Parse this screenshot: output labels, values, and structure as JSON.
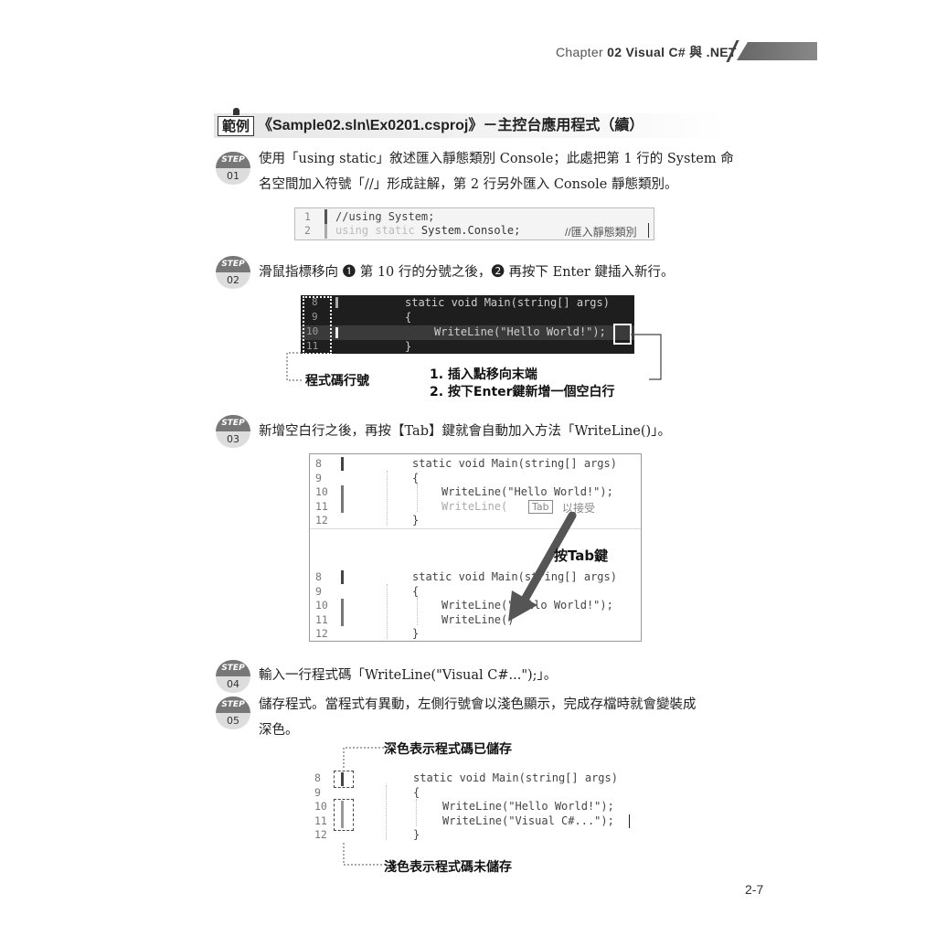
{
  "header": {
    "prefix": "Chapter",
    "title": "02 Visual C# 與 .NET"
  },
  "example": {
    "tag": "範例",
    "title": "《Sample02.sln\\Ex0201.csproj》－主控台應用程式（續）"
  },
  "step_badge_label": "STEP",
  "steps": [
    {
      "num": "01",
      "line1": "使用「using static」敘述匯入靜態類別 Console；此處把第 1 行的 System 命",
      "line2": "名空間加入符號「//」形成註解，第 2 行另外匯入 Console 靜態類別。"
    },
    {
      "num": "02",
      "line1": "滑鼠指標移向 ❶ 第 10 行的分號之後，❷ 再按下 Enter 鍵插入新行。"
    },
    {
      "num": "03",
      "line1": "新增空白行之後，再按【Tab】鍵就會自動加入方法「WriteLine()」。"
    },
    {
      "num": "04",
      "line1": "輸入一行程式碼「WriteLine(\"Visual C#...\");」。"
    },
    {
      "num": "05",
      "line1": "儲存程式。當程式有異動，左側行號會以淺色顯示，完成存檔時就會變裝成",
      "line2": "深色。"
    }
  ],
  "code1": {
    "lines": [
      {
        "n": "1",
        "text": "//using System;"
      },
      {
        "n": "2",
        "text": "using static System.Console;",
        "comment": "//匯入靜態類別"
      }
    ]
  },
  "code2": {
    "lines": [
      {
        "n": "8",
        "text": "static void Main(string[] args)"
      },
      {
        "n": "9",
        "text": "{"
      },
      {
        "n": "10",
        "text": "WriteLine(\"Hello World!\");"
      },
      {
        "n": "11",
        "text": "}"
      }
    ],
    "callout_line_numbers": "程式碼行號",
    "callout_1": "1. 插入點移向末端",
    "callout_2": "2. 按下Enter鍵新增一個空白行"
  },
  "code3a": {
    "lines": [
      {
        "n": "8",
        "text": "static void Main(string[] args)"
      },
      {
        "n": "9",
        "text": "{"
      },
      {
        "n": "10",
        "text": "WriteLine(\"Hello World!\");"
      },
      {
        "n": "11",
        "text": "WriteLine("
      },
      {
        "n": "12",
        "text": "}"
      }
    ],
    "tab_hint": "Tab",
    "accept_hint": "以接受"
  },
  "press_tab": "按Tab鍵",
  "code3b": {
    "lines": [
      {
        "n": "8",
        "text": "static void Main(string[] args)"
      },
      {
        "n": "9",
        "text": "{"
      },
      {
        "n": "10",
        "text": "WriteLine(\"Hello World!\");"
      },
      {
        "n": "11",
        "text": "WriteLine()"
      },
      {
        "n": "12",
        "text": "}"
      }
    ]
  },
  "code4": {
    "lines": [
      {
        "n": "8",
        "text": "static void Main(string[] args)"
      },
      {
        "n": "9",
        "text": "{"
      },
      {
        "n": "10",
        "text": "WriteLine(\"Hello World!\");"
      },
      {
        "n": "11",
        "text": "WriteLine(\"Visual C#...\");"
      },
      {
        "n": "12",
        "text": "}"
      }
    ],
    "callout_saved": "深色表示程式碼已儲存",
    "callout_unsaved": "淺色表示程式碼未儲存"
  },
  "page_number": "2-7"
}
